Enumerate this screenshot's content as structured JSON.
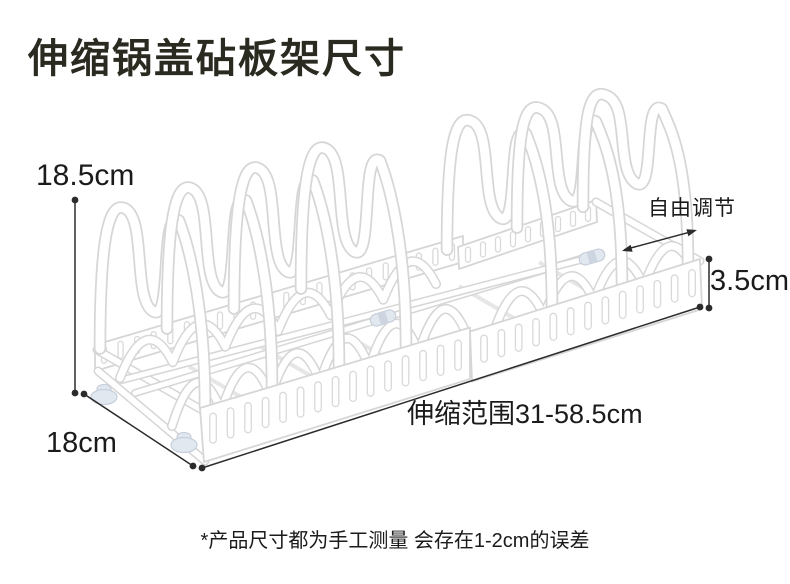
{
  "title": "伸缩锅盖砧板架尺寸",
  "annotations": {
    "height": "18.5cm",
    "depth": "18cm",
    "rail_height": "3.5cm",
    "extension_range": "伸缩范围31-58.5cm",
    "free_adjust": "自由调节"
  },
  "footnote": "*产品尺寸都为手工测量 会存在1-2cm的误差",
  "colors": {
    "title_text": "#2b2a20",
    "dimension_text": "#1b1b1b",
    "dimension_line": "#2b2b2b",
    "wire_outline": "#d6d6d6",
    "wire_fill": "#ffffff",
    "slot_outline": "#d9d9d9",
    "suction_foot_fill": "#e2e8f0",
    "suction_foot_stroke": "#c6cfda"
  }
}
